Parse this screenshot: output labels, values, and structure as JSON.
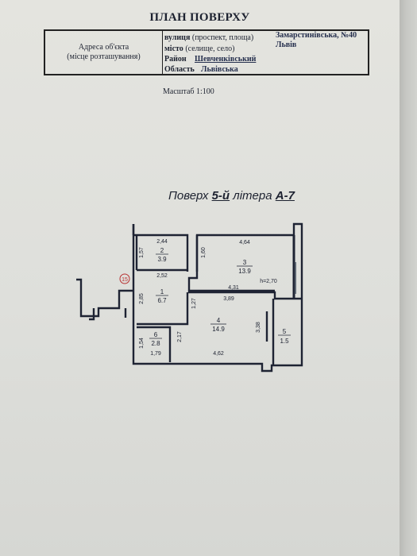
{
  "header": {
    "title": "ПЛАН ПОВЕРХУ"
  },
  "address": {
    "left_line1": "Адреса об'єкта",
    "left_line2": "(місце розташування)",
    "street_label": "вулиця",
    "street_hint": "(проспект, площа)",
    "street_value": "Замарстинівська, №40",
    "city_label": "місто",
    "city_hint": "(селище, село)",
    "city_value": "Львів",
    "district_label": "Район",
    "district_value": "Шевченківський",
    "region_label": "Область",
    "region_value": "Львівська"
  },
  "scale": "Масштаб  1:100",
  "floor": {
    "prefix": "Поверх",
    "number": "5-й",
    "mid": "літера",
    "letter": "А-7"
  },
  "plan": {
    "marker": "15",
    "height": "h=2,70",
    "rooms": [
      {
        "num": "1",
        "area": "6.7"
      },
      {
        "num": "2",
        "area": "3.9"
      },
      {
        "num": "3",
        "area": "13.9"
      },
      {
        "num": "4",
        "area": "14.9"
      },
      {
        "num": "5",
        "area": "1.5"
      },
      {
        "num": "6",
        "area": "2.8"
      }
    ],
    "dims": [
      "2,44",
      "1,57",
      "4,64",
      "1,60",
      "2,52",
      "4,31",
      "3,89",
      "2,85",
      "1,27",
      "2,17",
      "3,38",
      "1,54",
      "1,79",
      "4,62"
    ]
  }
}
